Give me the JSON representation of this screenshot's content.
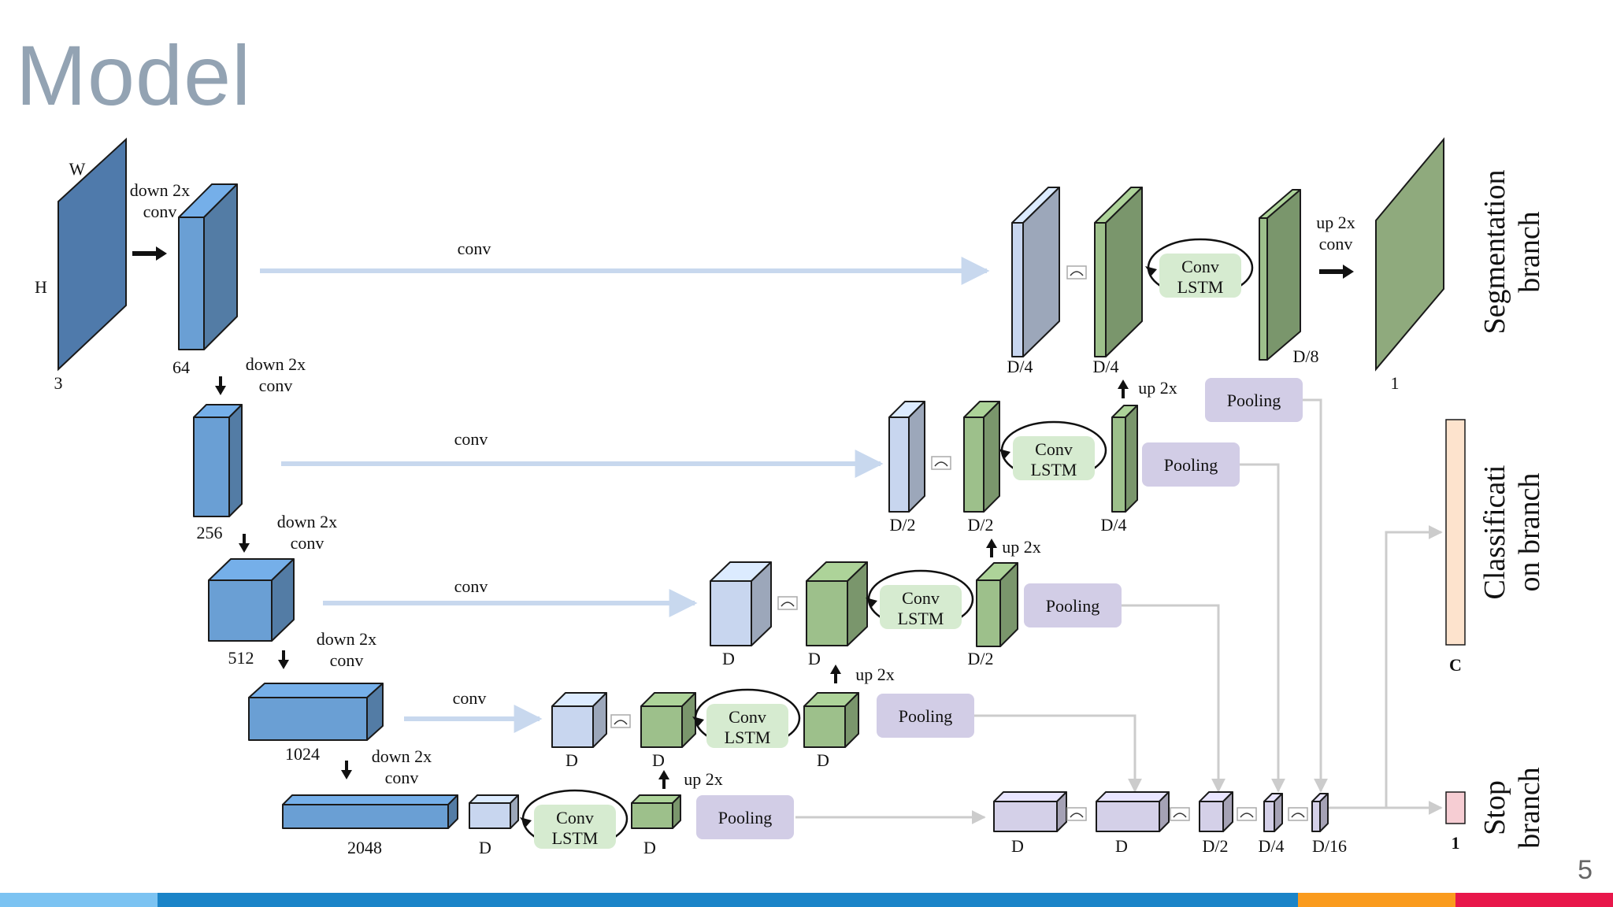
{
  "slide": {
    "title": "Model",
    "page_number": "5"
  },
  "colors": {
    "encoder": "#6a9fd4",
    "encoder_skip": "#c8d6ef",
    "decoder": "#9dc08b",
    "conv_lstm_bg": "#d6ebd0",
    "pooling": "#d2cde6",
    "final_blocks": "#d4d0e8",
    "classification_bar": "#fde3cd",
    "stop_bar": "#f6cdd3",
    "arrow_light": "#c8d8ee",
    "arrow_gray": "#cccccc",
    "bar_segments": [
      "#7cc3f2",
      "#1b84c8",
      "#fa9b1e",
      "#e8174a"
    ]
  },
  "encoder": {
    "input": {
      "w_label": "W",
      "h_label": "H",
      "channels": "3"
    },
    "down_label_1": "down 2x",
    "down_label_2": "conv",
    "channels": [
      "64",
      "256",
      "512",
      "1024",
      "2048"
    ]
  },
  "skip_label": "conv",
  "decoder": {
    "conv_lstm_1": "Conv",
    "conv_lstm_2": "LSTM",
    "pooling": "Pooling",
    "up_label": "up 2x",
    "up_conv_1": "up 2x",
    "up_conv_2": "conv",
    "level0": [
      "D/4",
      "D/4",
      "D/8"
    ],
    "level1": [
      "D/2",
      "D/2",
      "D/4"
    ],
    "level2": [
      "D",
      "D",
      "D/2"
    ],
    "level3": [
      "D",
      "D",
      "D"
    ],
    "level4": [
      "D",
      "D"
    ],
    "segmentation_output": "1"
  },
  "heads": {
    "final_blocks": [
      "D",
      "D",
      "D/2",
      "D/4",
      "D/16"
    ],
    "classification_size": "C",
    "stop_size": "1",
    "segmentation_branch": [
      "Segmentation",
      "branch"
    ],
    "classification_branch": [
      "Classificati",
      "on branch"
    ],
    "stop_branch": [
      "Stop",
      "branch"
    ]
  }
}
